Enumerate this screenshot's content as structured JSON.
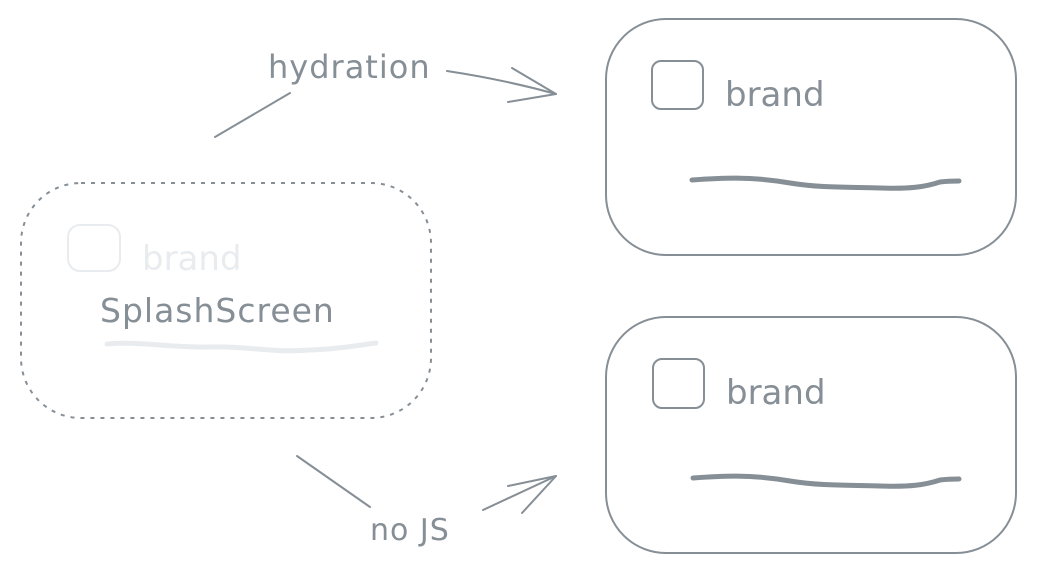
{
  "splash": {
    "brand": "brand",
    "title": "SplashScreen"
  },
  "hydrated": {
    "brand": "brand"
  },
  "no_js": {
    "brand": "brand"
  },
  "edges": {
    "hydration_label": "hydration",
    "no_js_label": "no JS"
  },
  "colors": {
    "stroke": "#868e96",
    "faint": "#e9ecef"
  }
}
